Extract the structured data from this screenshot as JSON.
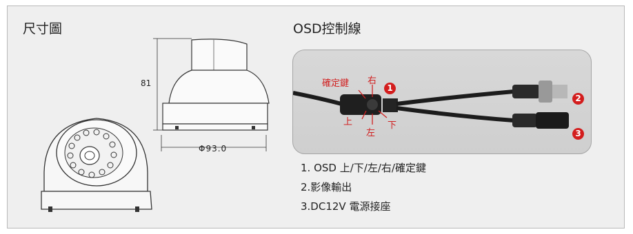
{
  "headings": {
    "dimension": "尺寸圖",
    "osd": "OSD控制線"
  },
  "dimensions": {
    "height": "81",
    "diameter": "Φ93.0"
  },
  "osd_labels": {
    "confirm": "確定鍵",
    "right": "右",
    "up": "上",
    "down": "下",
    "left": "左"
  },
  "badges": [
    "1",
    "2",
    "3"
  ],
  "notes": [
    "1. OSD 上/下/左/右/確定鍵",
    "2.影像輸出",
    "3.DC12V 電源接座"
  ],
  "colors": {
    "label_red": "#d12020",
    "badge_red": "#d31d1d",
    "panel_bg": "#efefef"
  }
}
